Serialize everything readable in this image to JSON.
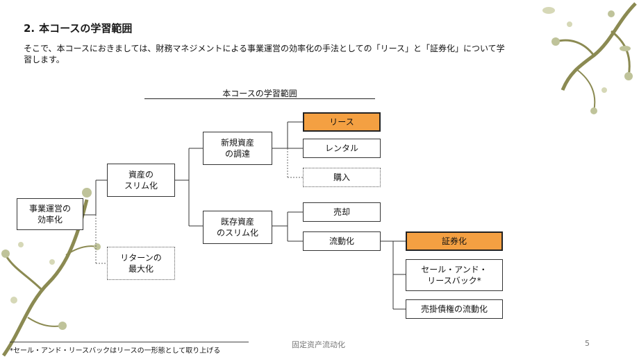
{
  "slide": {
    "heading_number": "2.",
    "heading": "本コースの学習範囲",
    "intro": "そこで、本コースにおきましては、財務マネジメントによる事業運営の効率化の手法としての「リース」と「証券化」について学習します。",
    "diagram_title": "本コースの学習範囲",
    "footnote": "*セール・アンド・リースバックはリースの一形態として取り上げる",
    "footer": "固定资产流动化",
    "page_number": "5"
  },
  "diagram": {
    "root": "事業運営の\n効率化",
    "asset_slim": "資産の\nスリム化",
    "return_max": "リターンの\n最大化",
    "new_asset": "新規資産\nの調達",
    "existing_asset": "既存資産\nのスリム化",
    "lease": "リース",
    "rental": "レンタル",
    "purchase": "購入",
    "sale": "売却",
    "liquidation": "流動化",
    "securitization": "証券化",
    "sale_leaseback": "セール・アンド・\nリースバック*",
    "receivables": "売掛債権の流動化"
  },
  "colors": {
    "highlight": "#f4a042",
    "vine": "#8b8a52",
    "leaf": "#bfc39a"
  }
}
